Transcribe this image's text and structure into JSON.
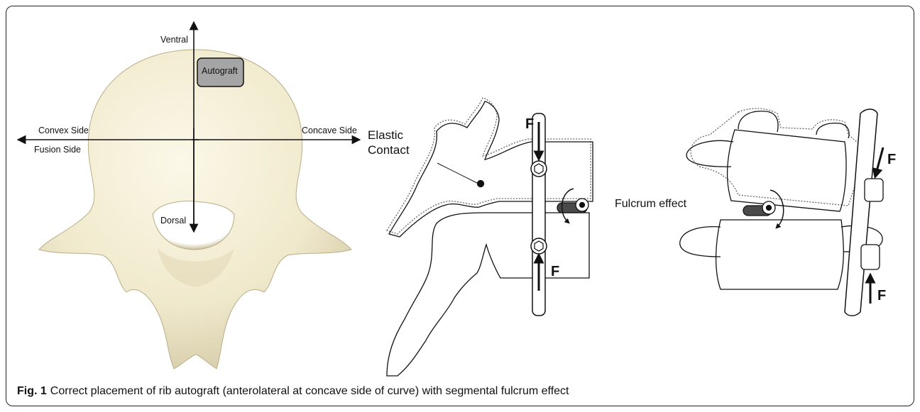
{
  "panel_a": {
    "ventral": "Ventral",
    "dorsal": "Dorsal",
    "convex_side": "Convex Side",
    "fusion_side": "Fusion Side",
    "concave_side": "Concave Side",
    "autograft": "Autograft",
    "colors": {
      "bone": "#f2ecd2",
      "bone_shade": "#d9cfae",
      "autograft_fill": "#a5a5a5"
    }
  },
  "panel_b": {
    "elastic_contact_line1": "Elastic",
    "elastic_contact_line2": "Contact",
    "force_top": "F",
    "force_bottom": "F"
  },
  "panel_c": {
    "fulcrum_effect": "Fulcrum effect",
    "force_top": "F",
    "force_bottom": "F"
  },
  "caption": {
    "label": "Fig. 1",
    "text": "Correct placement of rib autograft (anterolateral at concave side of curve) with segmental fulcrum effect"
  }
}
